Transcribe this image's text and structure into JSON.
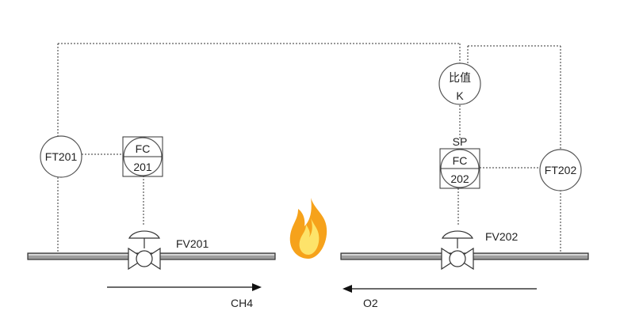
{
  "instruments": {
    "ft201": {
      "label": "FT201"
    },
    "fc201": {
      "line1": "FC",
      "line2": "201"
    },
    "ratio": {
      "line1": "比值",
      "line2": "K"
    },
    "sp": {
      "label": "SP"
    },
    "fc202": {
      "line1": "FC",
      "line2": "202"
    },
    "ft202": {
      "label": "FT202"
    }
  },
  "valves": {
    "fv201": {
      "label": "FV201"
    },
    "fv202": {
      "label": "FV202"
    }
  },
  "flows": {
    "ch4": {
      "label": "CH4",
      "direction": "right"
    },
    "o2": {
      "label": "O2",
      "direction": "left"
    }
  },
  "colors": {
    "flame_outer": "#f6a21b",
    "flame_inner": "#fde36a"
  },
  "icons": {
    "flame": "flame-icon"
  }
}
